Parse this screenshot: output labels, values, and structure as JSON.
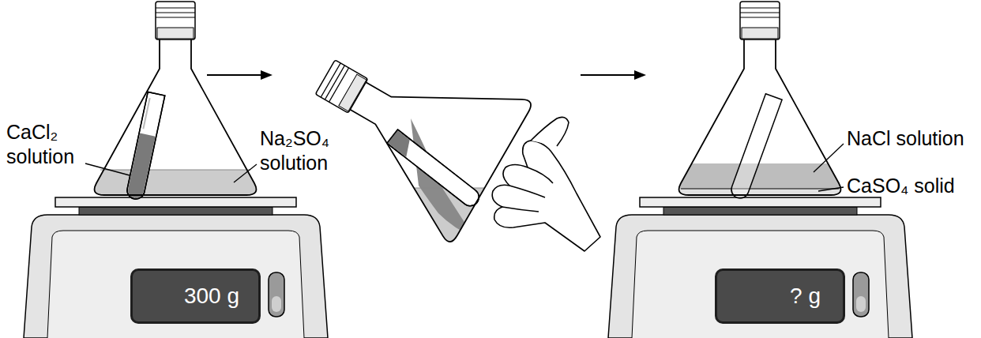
{
  "diagram": {
    "nodes": [
      {
        "text": [
          "300 g"
        ]
      },
      {
        "text": [
          "? g"
        ]
      }
    ],
    "labels": [
      "CaCl₂ solution",
      "Na₂SO₄ solution",
      "NaCl solution",
      "CaSO₄ solid"
    ]
  }
}
